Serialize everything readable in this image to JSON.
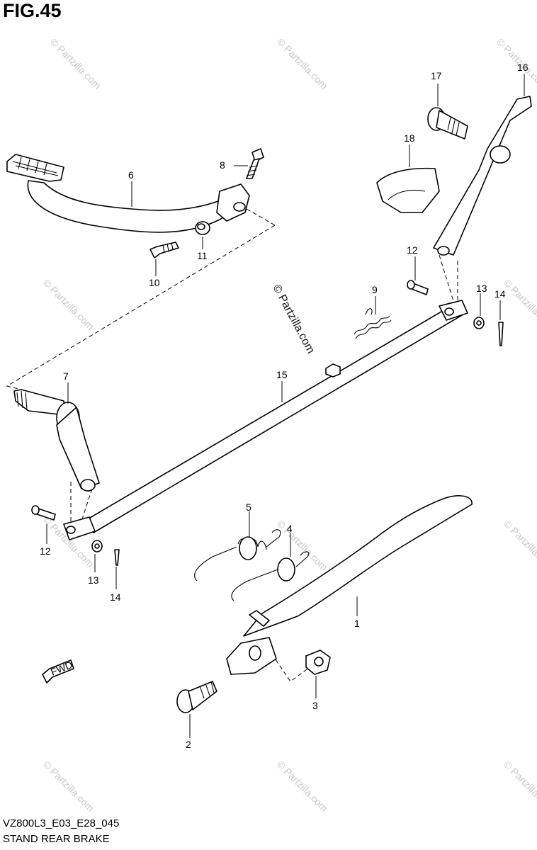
{
  "figure": {
    "title": "FIG.45",
    "model_code": "VZ800L3_E03_E28_045",
    "section_title": "STAND REAR BRAKE"
  },
  "watermark": {
    "text": "© Partzilla.com"
  },
  "fwd_label": "FWD",
  "callouts": [
    {
      "id": "c1",
      "label": "1"
    },
    {
      "id": "c2",
      "label": "2"
    },
    {
      "id": "c3",
      "label": "3"
    },
    {
      "id": "c4",
      "label": "4"
    },
    {
      "id": "c5",
      "label": "5"
    },
    {
      "id": "c6",
      "label": "6"
    },
    {
      "id": "c7",
      "label": "7"
    },
    {
      "id": "c8",
      "label": "8"
    },
    {
      "id": "c9",
      "label": "9"
    },
    {
      "id": "c10",
      "label": "10"
    },
    {
      "id": "c11",
      "label": "11"
    },
    {
      "id": "c12a",
      "label": "12"
    },
    {
      "id": "c12b",
      "label": "12"
    },
    {
      "id": "c13a",
      "label": "13"
    },
    {
      "id": "c13b",
      "label": "13"
    },
    {
      "id": "c14a",
      "label": "14"
    },
    {
      "id": "c14b",
      "label": "14"
    },
    {
      "id": "c15",
      "label": "15"
    },
    {
      "id": "c16",
      "label": "16"
    },
    {
      "id": "c17",
      "label": "17"
    },
    {
      "id": "c18",
      "label": "18"
    }
  ]
}
